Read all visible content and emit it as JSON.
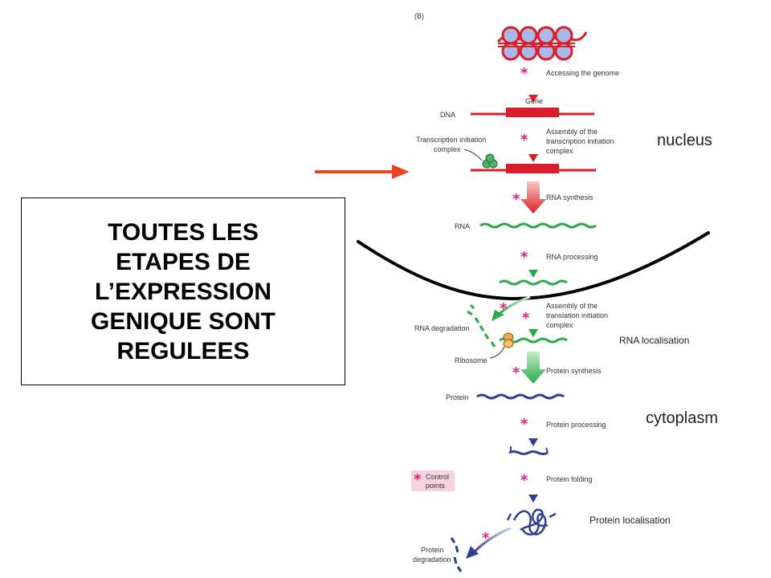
{
  "panel_label": "(B)",
  "steps": {
    "accessing_genome": "Accessing the genome",
    "gene": "Gene",
    "dna": "DNA",
    "assembly_transcription": [
      "Assembly  of the",
      "transcription initiation",
      "complex"
    ],
    "transcription_complex": [
      "Transcription initiation",
      "complex"
    ],
    "rna_synthesis": "RNA synthesis",
    "rna": "RNA",
    "rna_processing": "RNA processing",
    "assembly_translation": [
      "Assembly of the",
      "translation initiation",
      "complex"
    ],
    "rna_degradation": "RNA degradation",
    "ribosome": "Ribosome",
    "protein_synthesis": "Protein synthesis",
    "protein": "Protein",
    "protein_processing": "Protein processing",
    "protein_folding": "Protein folding",
    "protein_degradation": [
      "Protein",
      "degradation"
    ]
  },
  "control_points_legend": [
    "Control",
    "points"
  ],
  "star_symbol": "*",
  "side_labels": {
    "nucleus": "nucleus",
    "cytoplasm": "cytoplasm",
    "rna_localisation": "RNA localisation",
    "protein_localisation": "Protein localisation"
  },
  "callout_text": "TOUTES LES\nETAPES DE\nL’EXPRESSION\nGENIQUE SONT\nREGULEES",
  "colors": {
    "dna_red": "#d81e2a",
    "rna_green": "#2aa84a",
    "protein_blue": "#2e3f94",
    "control_star": "#e0237a",
    "control_box_bg": "#f6d3de",
    "pointer_arrow": "#e8421e",
    "membrane": "#000000",
    "nucleosome_blue": "#a9b8e6"
  }
}
